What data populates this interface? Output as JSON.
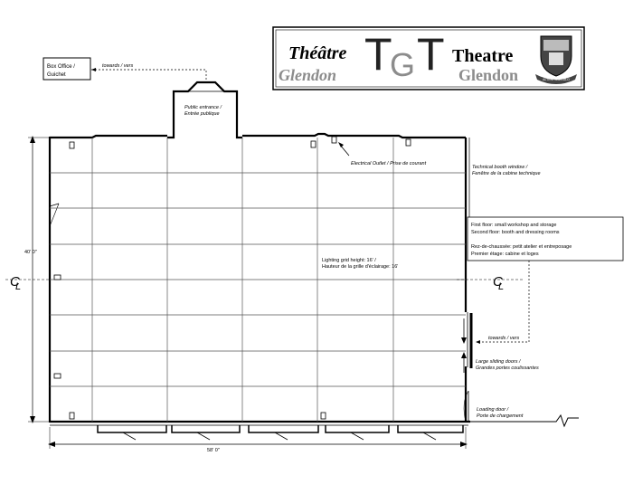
{
  "header": {
    "title_fr": "Théâtre",
    "title_en": "Theatre",
    "sub_fr": "Glendon",
    "sub_en": "Glendon",
    "logo_letters": "TGT",
    "crest_motto": "ALTERI SAECULO"
  },
  "labels": {
    "box_office": "Box Office /",
    "guichet": "Guichet",
    "towards_top": "towards / vers",
    "public_entrance_1": "Public entrance /",
    "public_entrance_2": "Entrée publique",
    "electrical_outlet": "Electrical Outlet / Prise de courant",
    "booth_window_1": "Technical booth window /",
    "booth_window_2": "Fenêtre de la cabine technique",
    "floor_en_1": "First floor: small workshop and storage",
    "floor_en_2": "Second floor: booth and dressing rooms",
    "floor_fr_1": "Rez-de-chaussée: petit atelier et entreposage",
    "floor_fr_2": "Premier étage: cabine et loges",
    "lighting_1": "Lighting grid height: 16' /",
    "lighting_2": "Hauteur de la grille d'éclairage: 16'",
    "centerline_left": "CL",
    "centerline_right": "CL",
    "height_dim": "40' 0\"",
    "width_dim": "58' 0\"",
    "towards_right": "towards / vers",
    "sliding_doors_1": "Large sliding doors /",
    "sliding_doors_2": "Grandes portes coulissantes",
    "loading_door_1": "Loading door /",
    "loading_door_2": "Porte de chargement"
  },
  "colors": {
    "line": "#000000",
    "logo_gray": "#8c8c8c",
    "grid": "#555555"
  }
}
